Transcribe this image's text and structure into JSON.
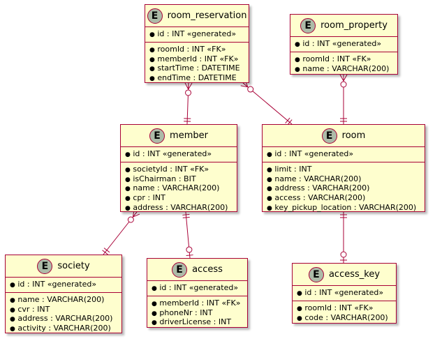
{
  "entities": {
    "room_reservation": {
      "name": "room_reservation",
      "badge": "E",
      "keys": [
        "id : INT «generated»"
      ],
      "attrs": [
        "roomId : INT «FK»",
        "memberId : INT «FK»",
        "startTime : DATETIME",
        "endTime : DATETIME"
      ]
    },
    "room_property": {
      "name": "room_property",
      "badge": "E",
      "keys": [
        "id : INT «generated»"
      ],
      "attrs": [
        "roomId : INT «FK»",
        "name : VARCHAR(200)"
      ]
    },
    "member": {
      "name": "member",
      "badge": "E",
      "keys": [
        "id : INT «generated»"
      ],
      "attrs": [
        "societyId : INT «FK»",
        "isChairman : BIT",
        "name : VARCHAR(200)",
        "cpr : INT",
        "address : VARCHAR(200)"
      ]
    },
    "room": {
      "name": "room",
      "badge": "E",
      "keys": [
        "id : INT «generated»"
      ],
      "attrs": [
        "limit : INT",
        "name : VARCHAR(200)",
        "address : VARCHAR(200)",
        "access : VARCHAR(200)",
        "key_pickup_location : VARCHAR(200)"
      ]
    },
    "society": {
      "name": "society",
      "badge": "E",
      "keys": [
        "id : INT «generated»"
      ],
      "attrs": [
        "name : VARCHAR(200)",
        "cvr : INT",
        "address : VARCHAR(200)",
        "activity : VARCHAR(200)"
      ]
    },
    "access": {
      "name": "access",
      "badge": "E",
      "keys": [
        "id : INT «generated»"
      ],
      "attrs": [
        "memberId : INT «FK»",
        "phoneNr : INT",
        "driverLicense : INT"
      ]
    },
    "access_key": {
      "name": "access_key",
      "badge": "E",
      "keys": [
        "id : INT «generated»"
      ],
      "attrs": [
        "roomId : INT «FK»",
        "code : VARCHAR(200)"
      ]
    }
  },
  "bullet": "●",
  "colors": {
    "border": "#a80036",
    "fill": "#fefece",
    "badge": "#adbba8"
  }
}
